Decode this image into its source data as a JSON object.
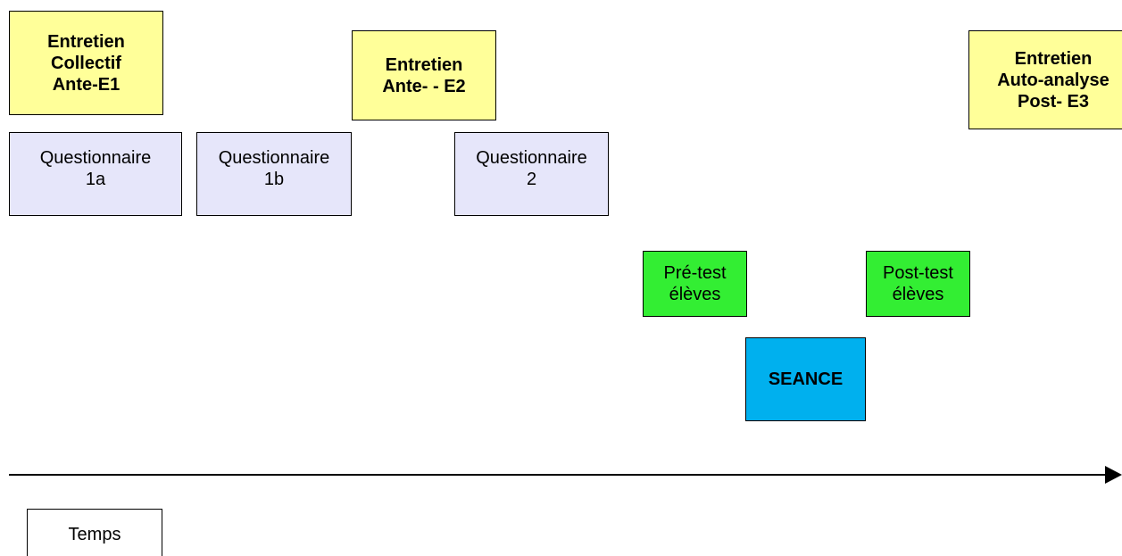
{
  "boxes": {
    "entretien_collectif": {
      "lines": [
        "Entretien",
        "Collectif",
        "Ante-E1"
      ]
    },
    "entretien_ante_e2": {
      "lines": [
        "Entretien",
        "Ante- - E2"
      ]
    },
    "entretien_post_e3": {
      "lines": [
        "Entretien",
        "Auto-analyse",
        "Post- E3"
      ]
    },
    "questionnaire_1a": {
      "lines": [
        "Questionnaire",
        "1a"
      ]
    },
    "questionnaire_1b": {
      "lines": [
        "Questionnaire",
        "1b"
      ]
    },
    "questionnaire_2": {
      "lines": [
        "Questionnaire",
        "2"
      ]
    },
    "pre_test": {
      "lines": [
        "Pré-test",
        "élèves"
      ]
    },
    "post_test": {
      "lines": [
        "Post-test",
        "élèves"
      ]
    },
    "seance": {
      "lines": [
        "SEANCE"
      ]
    },
    "temps": {
      "lines": [
        "Temps"
      ]
    }
  },
  "colors": {
    "entretien": "#ffff99",
    "questionnaire": "#e6e6fa",
    "test": "#33ee33",
    "seance": "#00b0ee",
    "border": "#000000"
  }
}
